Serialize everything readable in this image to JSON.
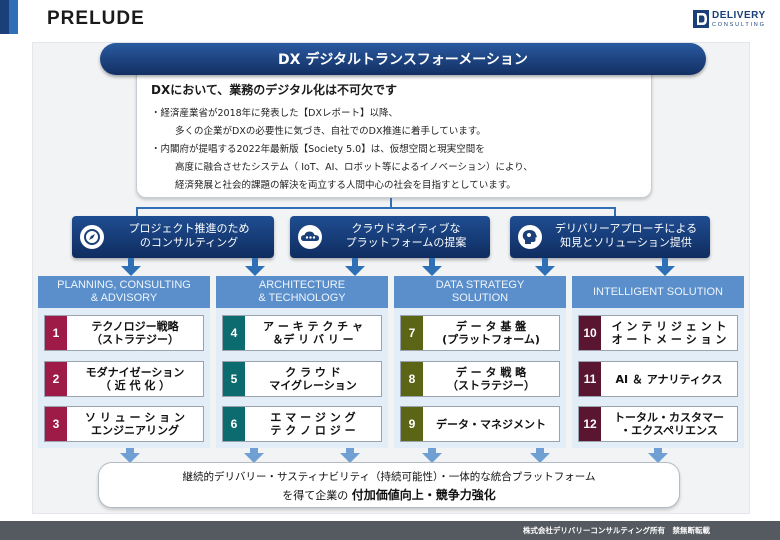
{
  "header": {
    "title": "PRELUDE"
  },
  "logo": {
    "name": "DELIVERY",
    "sub": "CONSULTING"
  },
  "banner": {
    "title": "DX デジタルトランスフォーメーション"
  },
  "intro": {
    "heading": "DXにおいて、業務のデジタル化は不可欠です",
    "lines": [
      "・経済産業省が2018年に発表した【DXレポート】以降、",
      "多くの企業がDXの必要性に気づき、自社でのDX推進に着手しています。",
      "・内閣府が提唱する2022年最新版【Society 5.0】は、仮想空間と現実空間を",
      "高度に融合させたシステム（ IoT、AI、ロボット等によるイノベーション）により、",
      "経済発展と社会的課題の解決を両立する人間中心の社会を目指すとしています。"
    ]
  },
  "approaches": [
    {
      "line1": "プロジェクト推進のため",
      "line2": "のコンサルティング",
      "icon": "compass-icon"
    },
    {
      "line1": "クラウドネイティブな",
      "line2": "プラットフォームの提案",
      "icon": "cloud-icon"
    },
    {
      "line1": "デリバリーアプローチによる",
      "line2": "知見とソリューション提供",
      "icon": "brain-head-icon"
    }
  ],
  "columns": [
    {
      "heading": "PLANNING, CONSULTING\n& ADVISORY",
      "items": [
        {
          "num": "1",
          "text": "テクノロジー戦略\n（ストラテジー）"
        },
        {
          "num": "2",
          "text": "モダナイゼーション\n（  近  代  化  ）"
        },
        {
          "num": "3",
          "text": "ソ リ ュ ー シ ョ ン\nエンジニアリング"
        }
      ]
    },
    {
      "heading": "ARCHITECTURE\n& TECHNOLOGY",
      "items": [
        {
          "num": "4",
          "text": "ア ー キ テ ク チ ャ\n＆デ リ バ リ ー"
        },
        {
          "num": "5",
          "text": "ク    ラ    ウ    ド\nマイグレーション"
        },
        {
          "num": "6",
          "text": "エ  マ  ー  ジ  ン  グ\nテ ク ノ ロ ジ ー"
        }
      ]
    },
    {
      "heading": "DATA STRATEGY\nSOLUTION",
      "items": [
        {
          "num": "7",
          "text": "デ   ー   タ   基   盤\n(プラットフォーム)"
        },
        {
          "num": "8",
          "text": "デ   ー   タ   戦   略\n（ストラテジー）"
        },
        {
          "num": "9",
          "text": "データ・マネジメント"
        }
      ]
    },
    {
      "heading": "INTELLIGENT SOLUTION",
      "items": [
        {
          "num": "10",
          "text": "イ ン テ リ ジ ェ ン ト\nオ ー ト メ ー シ ョ ン"
        },
        {
          "num": "11",
          "text": "AI ＆ アナリティクス"
        },
        {
          "num": "12",
          "text": "トータル・カスタマー\n・エクスペリエンス"
        }
      ]
    }
  ],
  "bottom": {
    "line1": "継続的デリバリー・サスティナビリティ（持続可能性）・一体的な統合プラットフォーム",
    "line2_prefix": "を得て企業の ",
    "line2_emphasis": "付加価値向上・競争力強化"
  },
  "footer": {
    "text": "株式会社デリバリーコンサルティング所有　禁無断転載"
  },
  "colors": {
    "navy": "#1b3f78",
    "header_blue": "#5b8fcb",
    "magenta": "#9e1b48",
    "teal": "#0c6b6e",
    "olive": "#5c6516",
    "maroon": "#5a1530",
    "body_blue": "#e3edf7"
  }
}
